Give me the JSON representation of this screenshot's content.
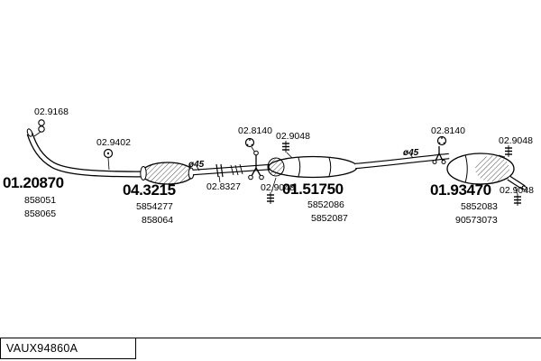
{
  "colors": {
    "line": "#000000",
    "background": "#ffffff"
  },
  "assemblies": {
    "front_pipe": {
      "code": "01.20870",
      "ref1": "858051",
      "ref2": "858065"
    },
    "catalyst": {
      "code": "04.3215",
      "ref1": "5854277",
      "ref2": "858064"
    },
    "center_muffler": {
      "code": "01.51750",
      "ref1": "5852086",
      "ref2": "5852087"
    },
    "rear_muffler": {
      "code": "01.93470",
      "ref1": "5852083",
      "ref2": "90573073"
    }
  },
  "fittings": {
    "gasket_front": "02.9168",
    "ring_clamp": "02.9402",
    "pipe_dia_mid": "ø45",
    "clamp_mid": "02.8327",
    "flange_front": "02.8140",
    "hanger_top_mid": "02.9048",
    "hanger_bottom_mid": "02.9048",
    "pipe_dia_rear": "ø45",
    "flange_rear": "02.8140",
    "hanger_top_rear": "02.9048",
    "hanger_right_rear": "02.9048"
  },
  "icons": {
    "gasket": "double-ring",
    "ring_clamp": "ring-with-dot",
    "flange": "bolt-flange",
    "hanger": "rubber-hanger-stack"
  },
  "title_block": {
    "drawing_number": "VAUX94860A"
  }
}
